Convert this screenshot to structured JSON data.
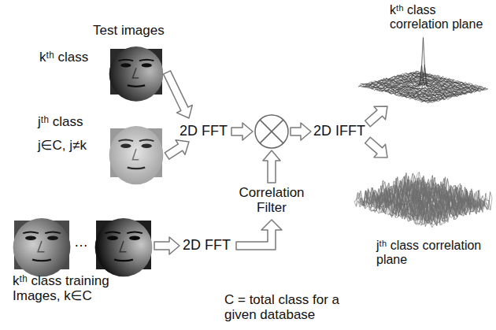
{
  "diagram": {
    "labels": [
      "Test images",
      "kᵗʰ class",
      "jᵗʰ class",
      "j∈C, j≠k",
      "2D FFT",
      "Correlation Filter",
      "2D IFFT",
      "kᵗʰ class correlation plane",
      "jᵗʰ class correlation plane",
      "…",
      "2D FFT",
      "kᵗʰ class training Images, k∈C",
      "C = total class for a given database"
    ]
  }
}
